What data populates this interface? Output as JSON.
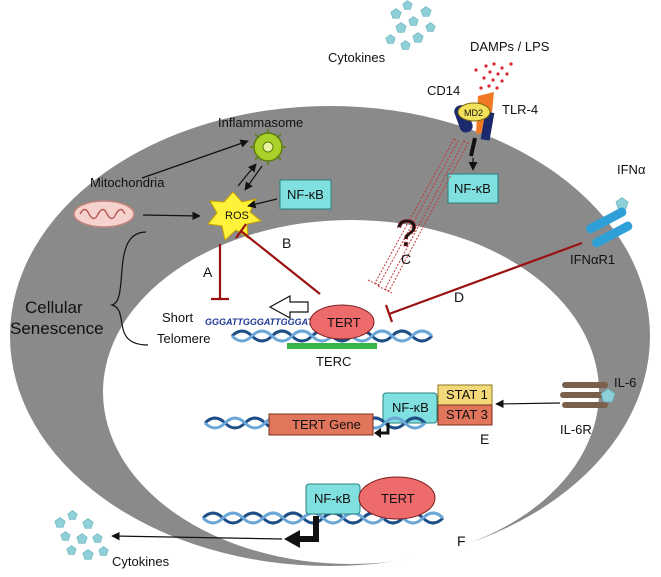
{
  "labels": {
    "cytokines_top": "Cytokines",
    "damps_lps": "DAMPs / LPS",
    "cd14": "CD14",
    "md2": "MD2",
    "tlr4": "TLR-4",
    "inflammasome": "Inflammasome",
    "mitochondria": "Mitochondria",
    "ros": "ROS",
    "nfkb_cyto": "NF-κB",
    "nfkb_tlr": "NF-κB",
    "ifna": "IFNα",
    "ifnar1": "IFNαR1",
    "cellular": "Cellular",
    "senescence": "Senescence",
    "short": "Short",
    "telomere": "Telomere",
    "sequence": "GGGATTGGGATTGGGATT",
    "tert_top": "TERT",
    "terc": "TERC",
    "stat1": "STAT 1",
    "stat3": "STAT 3",
    "nfkb_stat": "NF-κB",
    "tert_gene": "TERT Gene",
    "il6": "IL-6",
    "il6r": "IL-6R",
    "nfkb_bottom": "NF-κB",
    "tert_bottom": "TERT",
    "cytokines_bottom": "Cytokines",
    "question": "?"
  },
  "pathway_letters": {
    "a": "A",
    "b": "B",
    "c": "C",
    "d": "D",
    "e": "E",
    "f": "F"
  },
  "colors": {
    "cytoplasm": "#8a8a8a",
    "nucleus": "#ffffff",
    "nfkb_box": "#7fe0df",
    "tert_oval": "#ee6b6b",
    "terc_bar": "#3ab54a",
    "stat1_box": "#f4d97a",
    "stat3_box": "#e2765c",
    "tert_gene_box": "#e2765c",
    "inhibition_line": "#9b1111",
    "ros_star": "#fff23a",
    "inflammasome": "#a8d12a",
    "cytokine_dots": "#8fcfd8",
    "dna_dark": "#1d4e86",
    "dna_light": "#6aa6d6",
    "ifnar_receptor": "#2f9fd8",
    "il6r_receptor": "#7a5f4a",
    "tlr_orange": "#f07a24",
    "cd14_navy": "#1a2a6c",
    "md2_yellow": "#f2e25b"
  },
  "icons": {
    "cytokine": "pentagon-icon",
    "ros": "starburst-icon",
    "inflammasome": "virus-like-icon",
    "mitochondria": "mitochondrion-icon",
    "receptor": "receptor-icon",
    "gene_arrow": "transcription-arrow-icon"
  }
}
